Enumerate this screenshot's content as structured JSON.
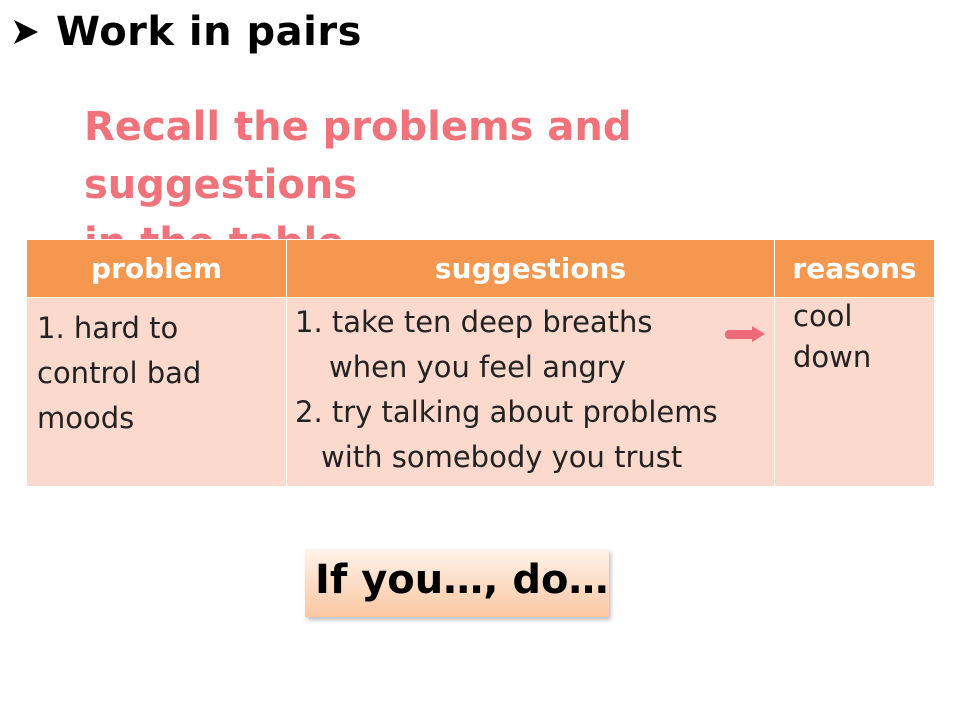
{
  "heading": {
    "bullet_icon": "arrowhead-bullet-icon",
    "title": "Work in pairs"
  },
  "instruction": {
    "line1": "Recall the problems and suggestions",
    "line2": "in the table."
  },
  "table": {
    "header_color": "#f5974e",
    "body_color": "#fcd9cd",
    "columns": [
      "problem",
      "suggestions",
      "reasons"
    ],
    "problem_lines": [
      "1.  hard to",
      "control bad",
      "moods"
    ],
    "suggestion_lines": [
      "1. take ten deep breaths",
      "when you feel angry",
      "2. try talking about problems",
      "with somebody you trust"
    ],
    "reason_lines": [
      "cool",
      "down"
    ]
  },
  "arrow_icon": "right-arrow-icon",
  "formula": "If you…, do…"
}
